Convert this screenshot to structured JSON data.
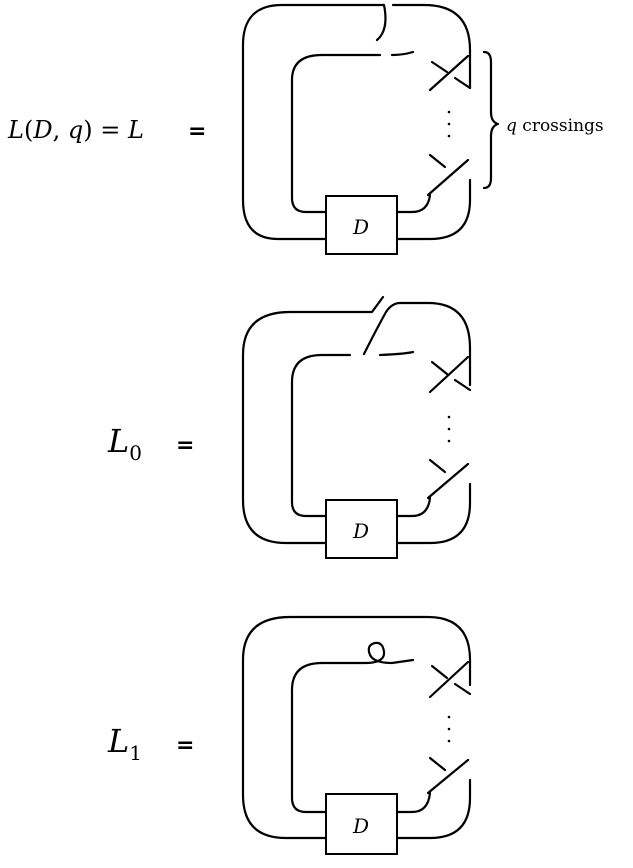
{
  "diagrams": [
    {
      "id": "L",
      "label_main": "L(D, q) = L",
      "equals": "=",
      "box_label": "D",
      "brace_label_var": "q",
      "brace_label_text": "crossings"
    },
    {
      "id": "L0",
      "label_base": "L",
      "label_sub": "0",
      "equals": "=",
      "box_label": "D"
    },
    {
      "id": "L1",
      "label_base": "L",
      "label_sub": "1",
      "equals": "=",
      "box_label": "D"
    }
  ]
}
